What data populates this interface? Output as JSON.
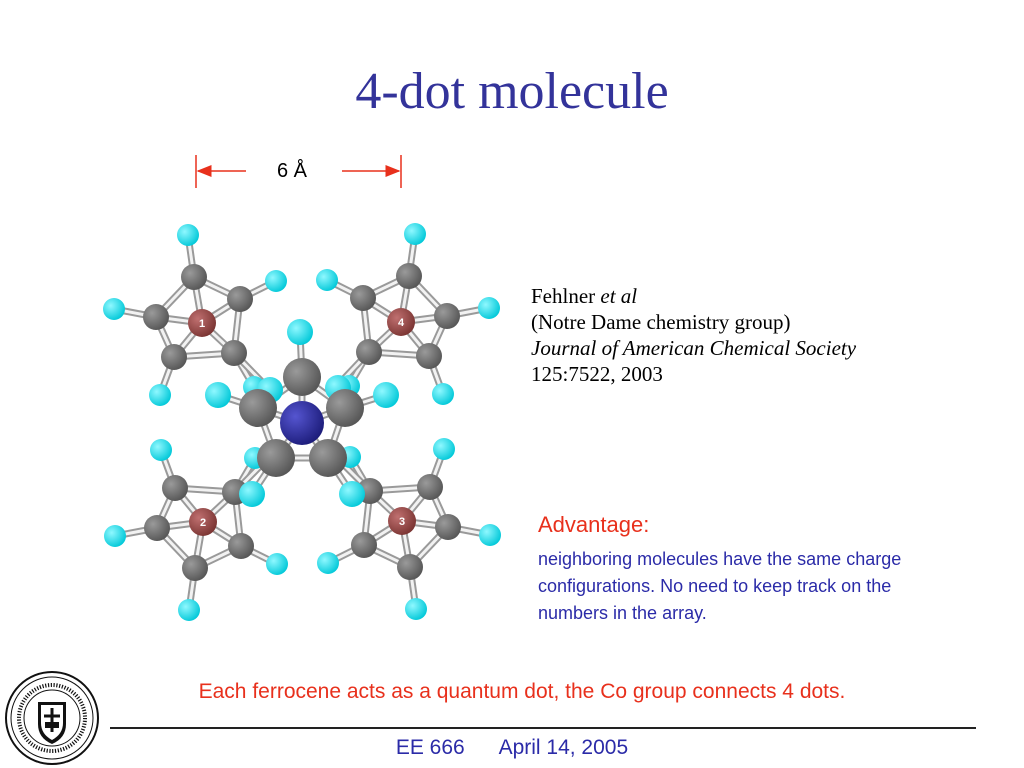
{
  "slide": {
    "title": "4-dot molecule",
    "scale_label": "6 Å"
  },
  "molecule": {
    "dot_labels": [
      "1",
      "4",
      "2",
      "3"
    ],
    "colors": {
      "carbon": "#6e6e6e",
      "hydrogen": "#00e5f0",
      "iron": "#9a4a48",
      "cobalt": "#2a2a9e",
      "arrow": "#e8301c"
    }
  },
  "citation": {
    "author": "Fehlner",
    "author_suffix": "et al",
    "group": "(Notre Dame chemistry group)",
    "journal": "Journal of American Chemical Society",
    "reference": "125:7522, 2003"
  },
  "advantage": {
    "title": "Advantage:",
    "body": "neighboring molecules have the same charge configurations. No need to keep track on the numbers in the array."
  },
  "footer": {
    "note": "Each ferrocene acts as a quantum dot, the Co group connects 4 dots.",
    "course": "EE 666",
    "date": "April 14, 2005"
  },
  "seal": {
    "text": "UNIVERSITY OF NOTRE DAME"
  }
}
